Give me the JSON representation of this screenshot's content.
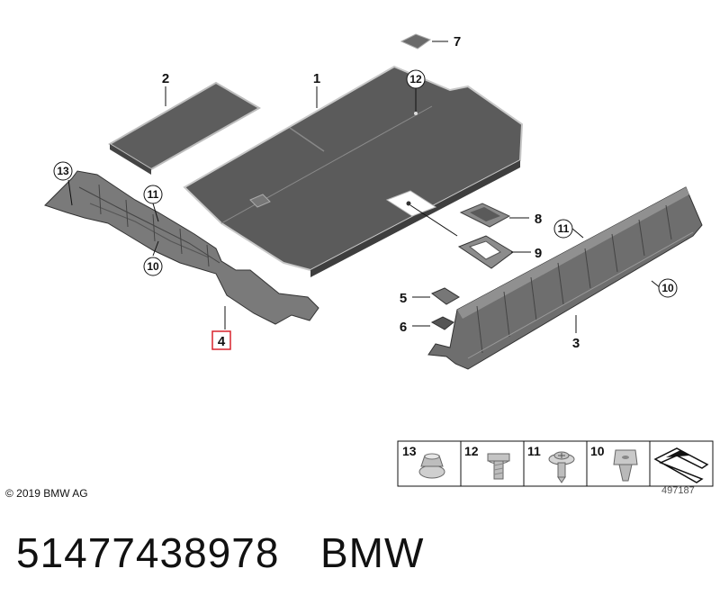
{
  "callouts": {
    "c1": "1",
    "c2": "2",
    "c3": "3",
    "c4": "4",
    "c5": "5",
    "c6": "6",
    "c7": "7",
    "c8": "8",
    "c9": "9",
    "c10_left": "10",
    "c10_right": "10",
    "c11_left": "11",
    "c11_right": "11",
    "c12": "12",
    "c13": "13"
  },
  "legend": {
    "items": [
      "13",
      "12",
      "11",
      "10"
    ]
  },
  "footer": {
    "copyright": "© 2019 BMW AG",
    "diagram_id": "497187"
  },
  "caption": {
    "part_number": "51477438978",
    "brand": "BMW"
  },
  "colors": {
    "panel_fill": "#5c5c5c",
    "panel_edge": "#c9c9c9",
    "highlight_box": "#d9232d",
    "outline": "#111111"
  }
}
